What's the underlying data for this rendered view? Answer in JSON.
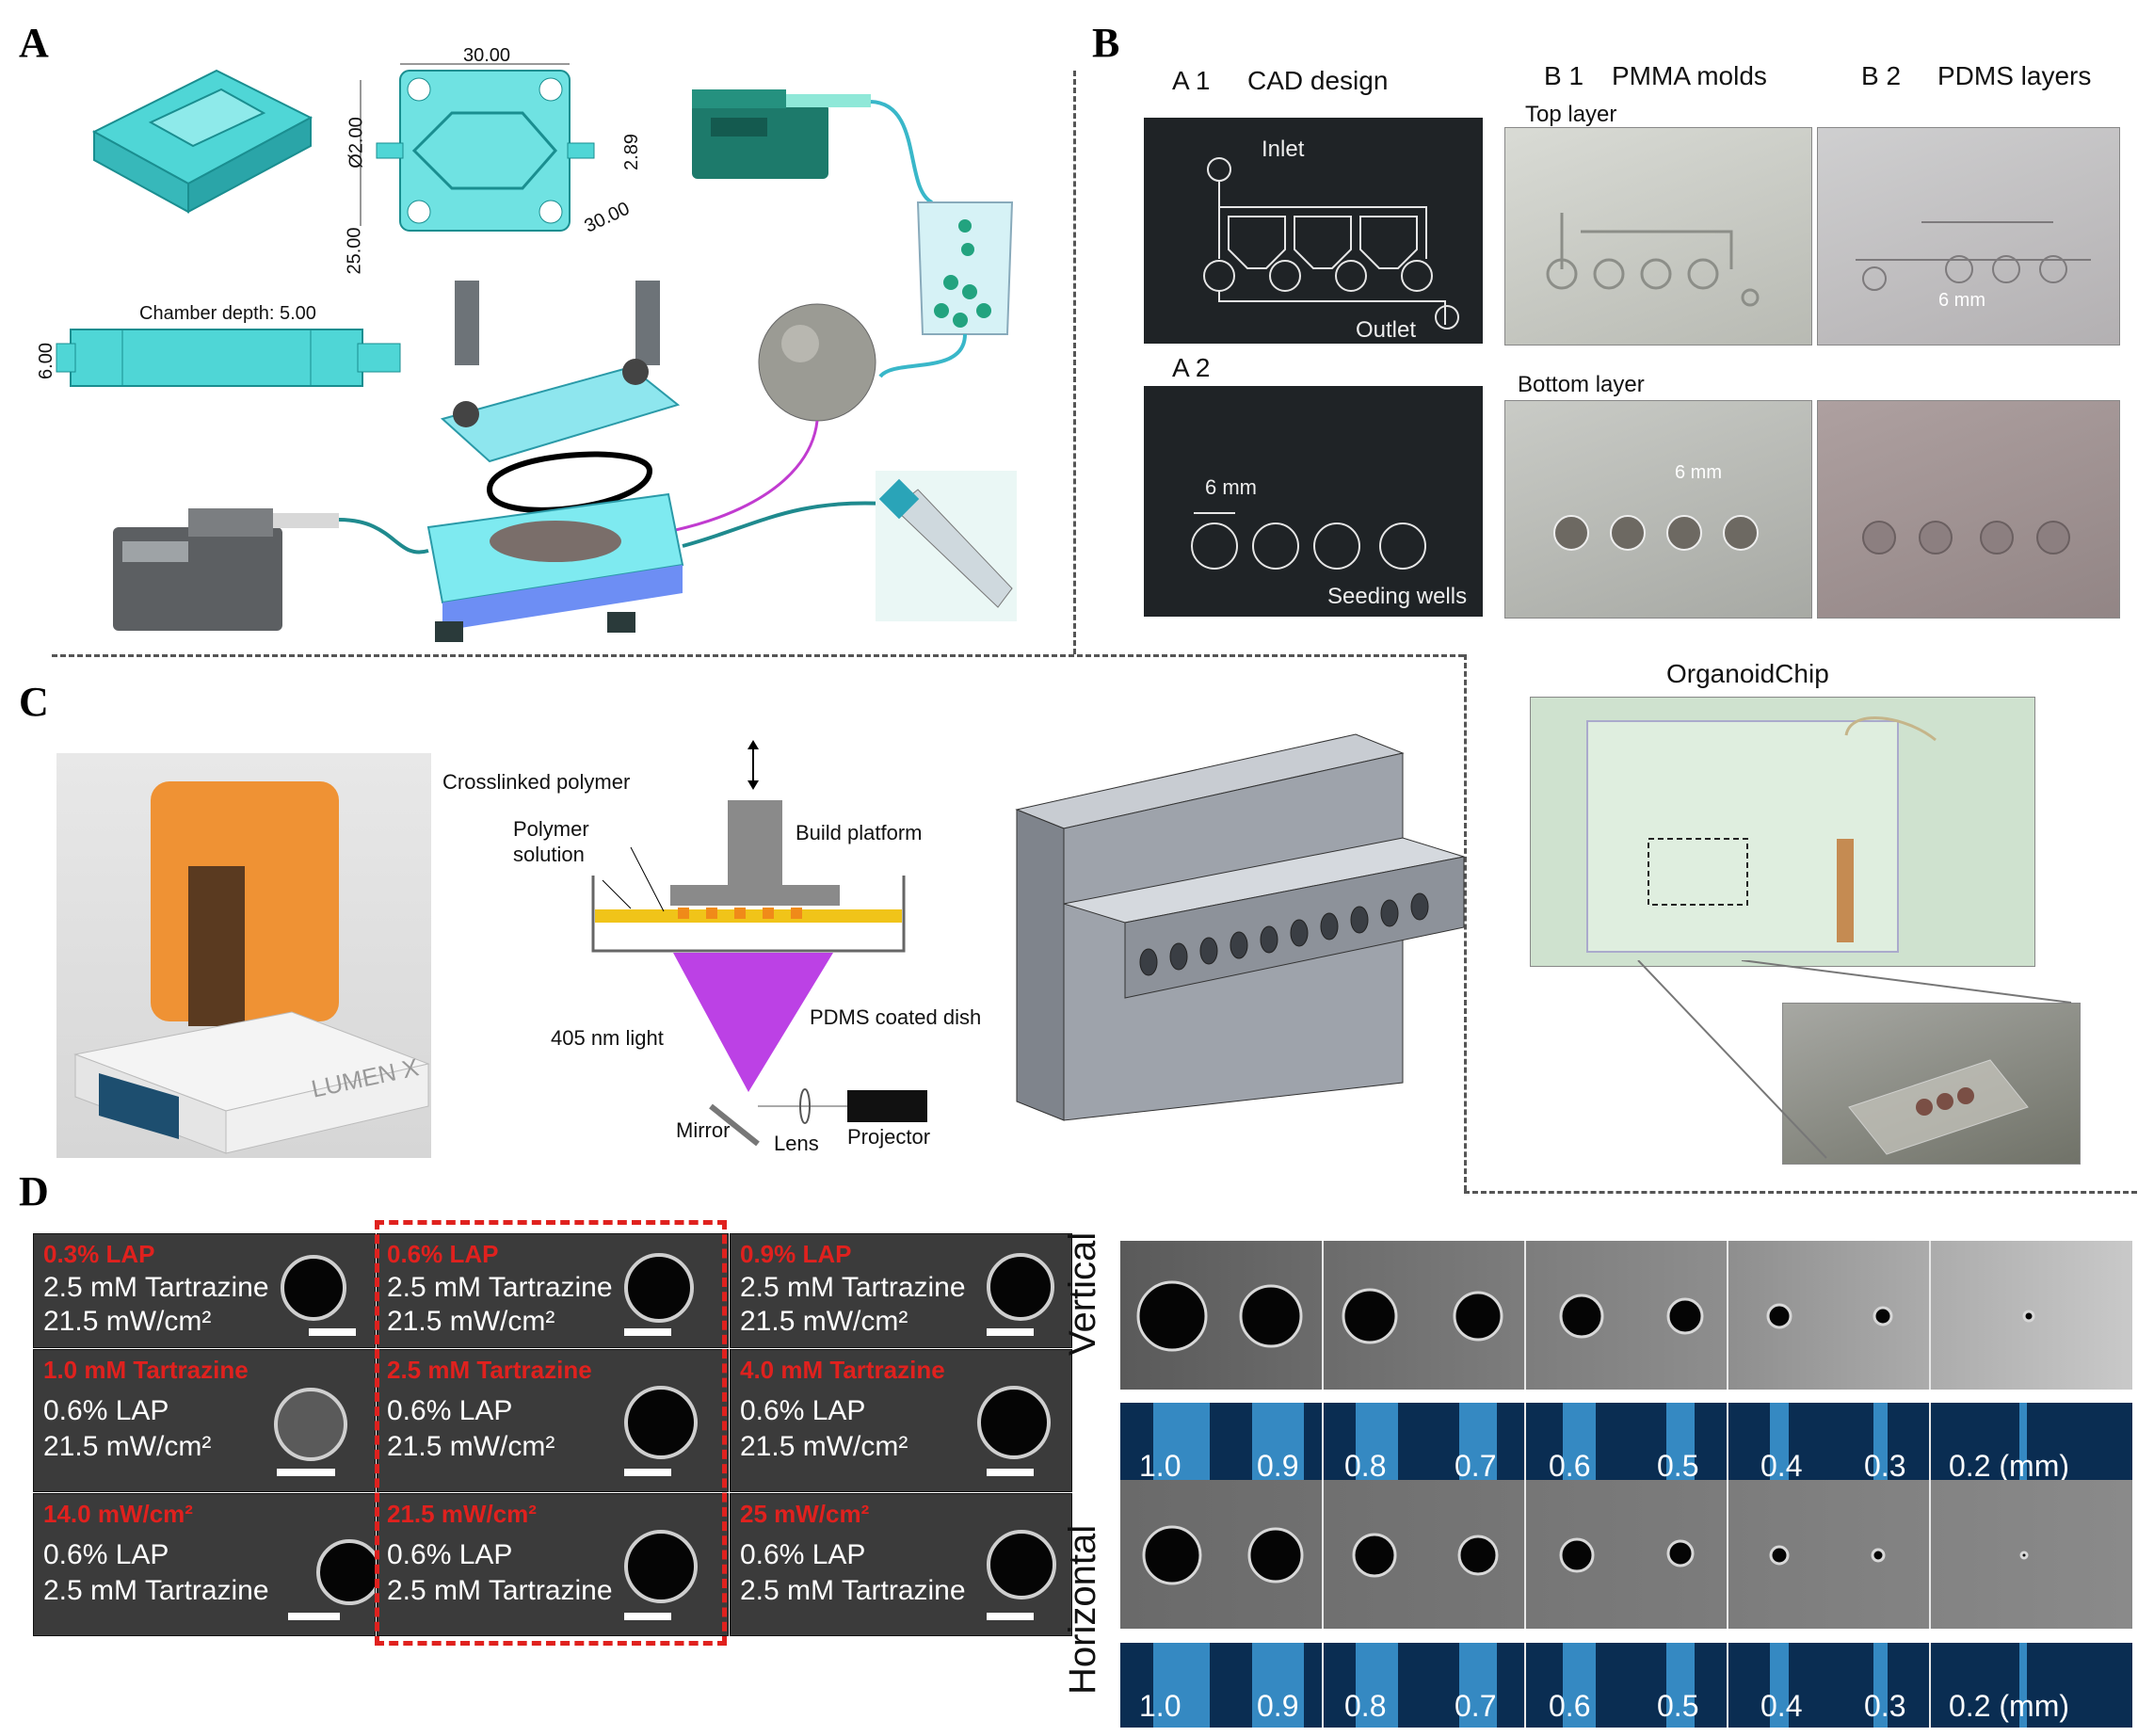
{
  "panel_letters": {
    "a": "A",
    "b": "B",
    "c": "C",
    "d": "D"
  },
  "panelA": {
    "dim_top": "30.00",
    "dim_left_dia": "Ø2.00",
    "dim_left_25": "25.00",
    "dim_right": "2.89",
    "dim_diag": "30.00",
    "chamber_depth": "Chamber depth: 5.00",
    "side_height": "6.00"
  },
  "panelB": {
    "a1_label": "A 1",
    "a1_title": "CAD design",
    "b1_label": "B 1",
    "b1_title": "PMMA molds",
    "b2_label": "B 2",
    "b2_title": "PDMS layers",
    "top_layer": "Top layer",
    "inlet": "Inlet",
    "outlet": "Outlet",
    "a2_label": "A 2",
    "six_mm_a2": "6 mm",
    "seeding_wells": "Seeding wells",
    "bottom_layer": "Bottom layer",
    "six_mm_b2": "6 mm",
    "six_mm_bottom": "6 mm",
    "organoidchip": "OrganoidChip"
  },
  "panelC": {
    "crosslinked": "Crosslinked polymer",
    "polymer_solution_1": "Polymer",
    "polymer_solution_2": "solution",
    "build_platform": "Build platform",
    "light": "405 nm light",
    "pdms_dish": "PDMS coated dish",
    "mirror": "Mirror",
    "lens": "Lens",
    "projector": "Projector",
    "printer_brand": "LUMEN X"
  },
  "panelD": {
    "grid": [
      {
        "red": "0.3% LAP",
        "l1": "2.5 mM Tartrazine",
        "l2": "21.5 mW/cm²"
      },
      {
        "red": "0.6% LAP",
        "l1": "2.5 mM Tartrazine",
        "l2": "21.5 mW/cm²"
      },
      {
        "red": "0.9% LAP",
        "l1": "2.5 mM Tartrazine",
        "l2": "21.5 mW/cm²"
      },
      {
        "red": "1.0 mM Tartrazine",
        "l1": "0.6% LAP",
        "l2": "21.5 mW/cm²"
      },
      {
        "red": "2.5 mM Tartrazine",
        "l1": "0.6% LAP",
        "l2": "21.5 mW/cm²"
      },
      {
        "red": "4.0 mM Tartrazine",
        "l1": "0.6% LAP",
        "l2": "21.5 mW/cm²"
      },
      {
        "red": "14.0 mW/cm²",
        "l1": "0.6% LAP",
        "l2": "2.5 mM Tartrazine"
      },
      {
        "red": "21.5 mW/cm²",
        "l1": "0.6% LAP",
        "l2": "2.5 mM Tartrazine"
      },
      {
        "red": "25 mW/cm²",
        "l1": "0.6% LAP",
        "l2": "2.5 mM Tartrazine"
      }
    ],
    "vertical": "Vertical",
    "horizontal": "Horizontal",
    "diameters": [
      "1.0",
      "0.9",
      "0.8",
      "0.7",
      "0.6",
      "0.5",
      "0.4",
      "0.3",
      "0.2 (mm)"
    ]
  },
  "colors": {
    "cad_cyan": "#4fd6d6",
    "red_label": "#e0211e",
    "strip_blue": "#0a2d52"
  }
}
